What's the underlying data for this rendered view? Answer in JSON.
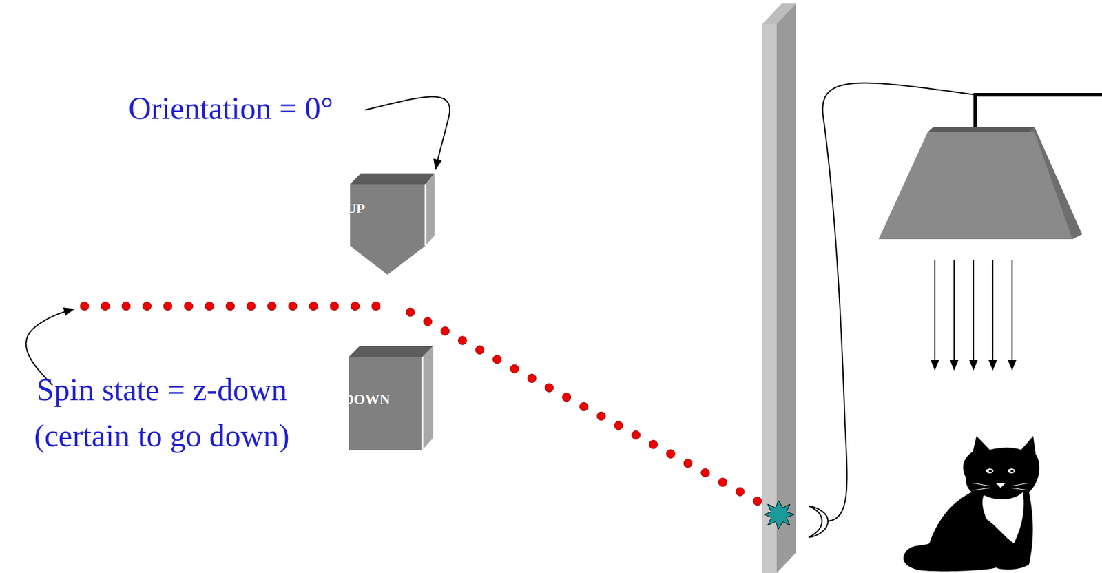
{
  "diagram": {
    "nodes": [
      {
        "text": [
          "UP"
        ]
      },
      {
        "text": [
          "DOWN"
        ]
      }
    ],
    "labels": [
      "Orientation = 0°",
      "Spin state = z-down (certain to go down)"
    ]
  }
}
